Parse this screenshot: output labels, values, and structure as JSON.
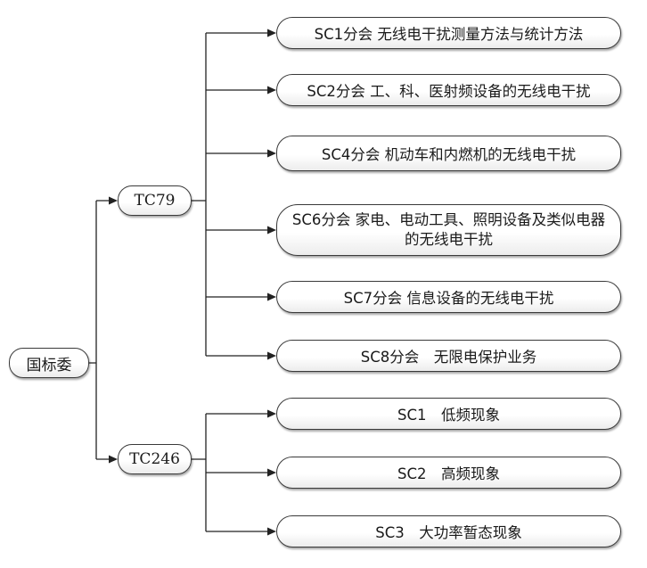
{
  "root": {
    "label": "国标委"
  },
  "committees": [
    {
      "label": "TC79",
      "subcommittees": [
        "SC1分会 无线电干扰测量方法与统计方法",
        "SC2分会 工、科、医射频设备的无线电干扰",
        "SC4分会 机动车和内燃机的无线电干扰",
        "SC6分会 家电、电动工具、照明设备及类似电器的无线电干扰",
        "SC7分会 信息设备的无线电干扰",
        "SC8分会　无限电保护业务"
      ]
    },
    {
      "label": "TC246",
      "subcommittees": [
        "SC1　低频现象",
        "SC2　高频现象",
        "SC3　大功率暂态现象"
      ]
    }
  ]
}
